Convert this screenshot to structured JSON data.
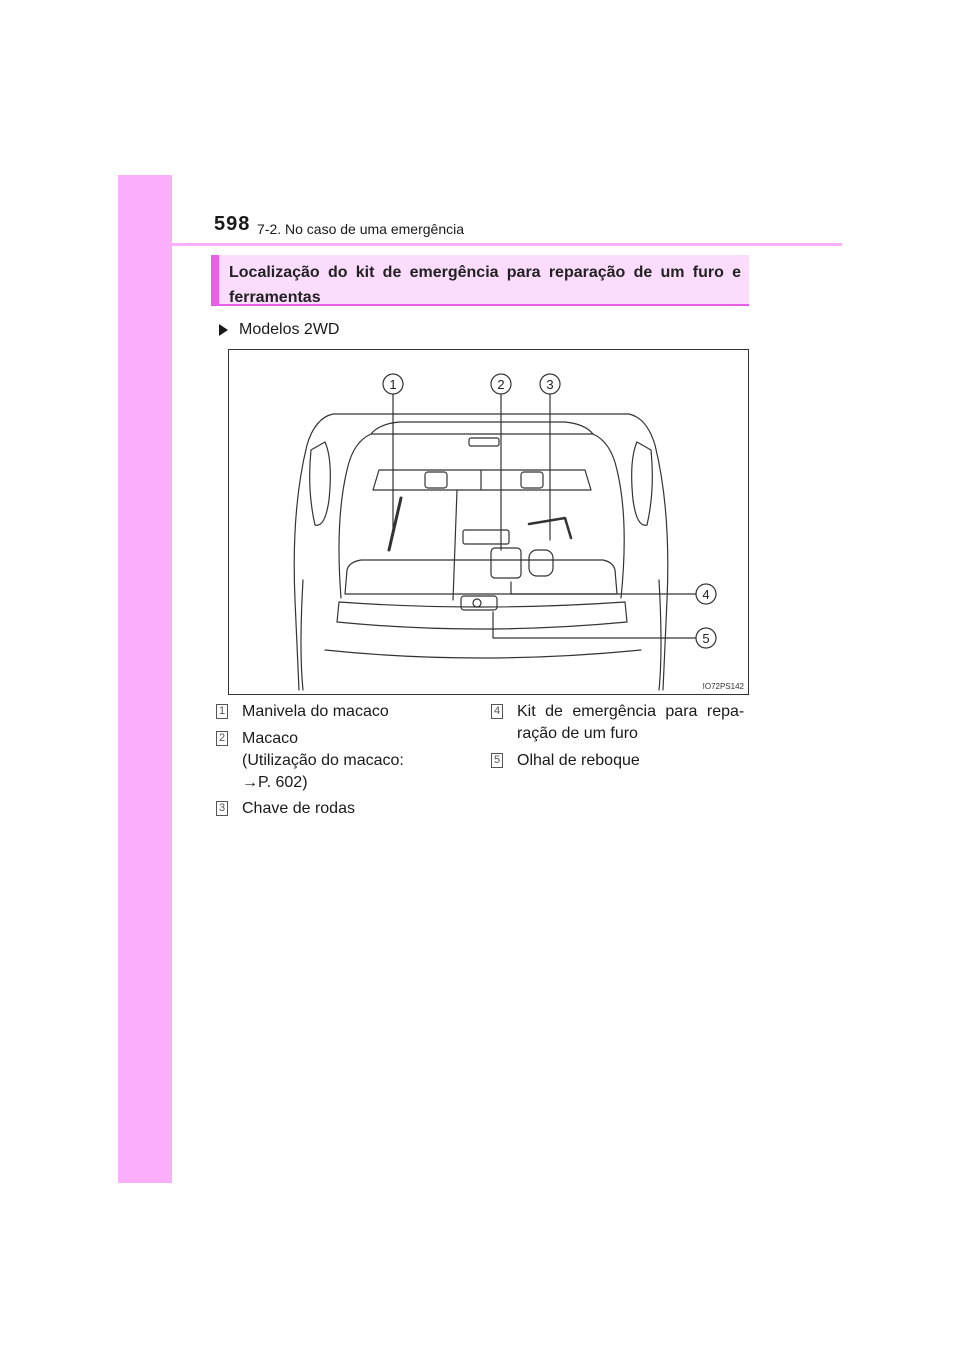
{
  "header": {
    "page_number": "598",
    "section": "7-2. No caso de uma emergência"
  },
  "heading": {
    "text": "Localização do kit de emergência para reparação de um furo e ferramentas"
  },
  "subheading": {
    "text": "Modelos 2WD"
  },
  "figure": {
    "code": "IO72PS142",
    "callouts": [
      "1",
      "2",
      "3",
      "4",
      "5"
    ]
  },
  "legend": {
    "items": [
      {
        "number": "1",
        "lines": [
          "Manivela do macaco"
        ]
      },
      {
        "number": "2",
        "lines": [
          "Macaco",
          "(Utilização do macaco:",
          "→P. 602)"
        ]
      },
      {
        "number": "3",
        "lines": [
          "Chave de rodas"
        ]
      },
      {
        "number": "4",
        "lines": [
          "Kit de emergência para repa-",
          "ração de um furo"
        ]
      },
      {
        "number": "5",
        "lines": [
          "Olhal de reboque"
        ]
      }
    ]
  },
  "colors": {
    "accent_pink": "#fbaefc",
    "heading_fill": "#fcdcfd",
    "heading_bar": "#e860e8"
  }
}
